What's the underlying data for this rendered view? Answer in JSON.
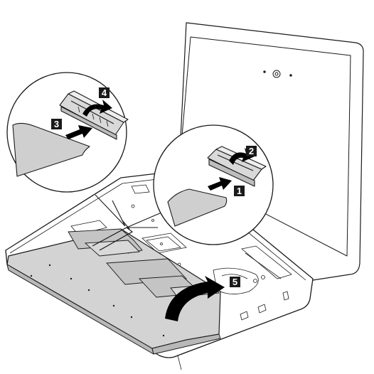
{
  "steps": {
    "s1": "1",
    "s2": "2",
    "s3": "3",
    "s4": "4",
    "s5": "5"
  },
  "colors": {
    "line": "#1a1a1a",
    "keyboard_fill": "#d3d3d3",
    "keyboard_panel_fill": "#c4c4c4",
    "cable_fill": "#cfcfcf",
    "connector_fill": "#d9d9d9",
    "arrow_fill": "#000000",
    "badge_fill": "#1a1a1a",
    "background": "#ffffff"
  },
  "icons": {
    "arrow_push": "push-arrow-icon",
    "arrow_rotate": "rotate-arrow-icon",
    "camera": "camera-icon"
  }
}
